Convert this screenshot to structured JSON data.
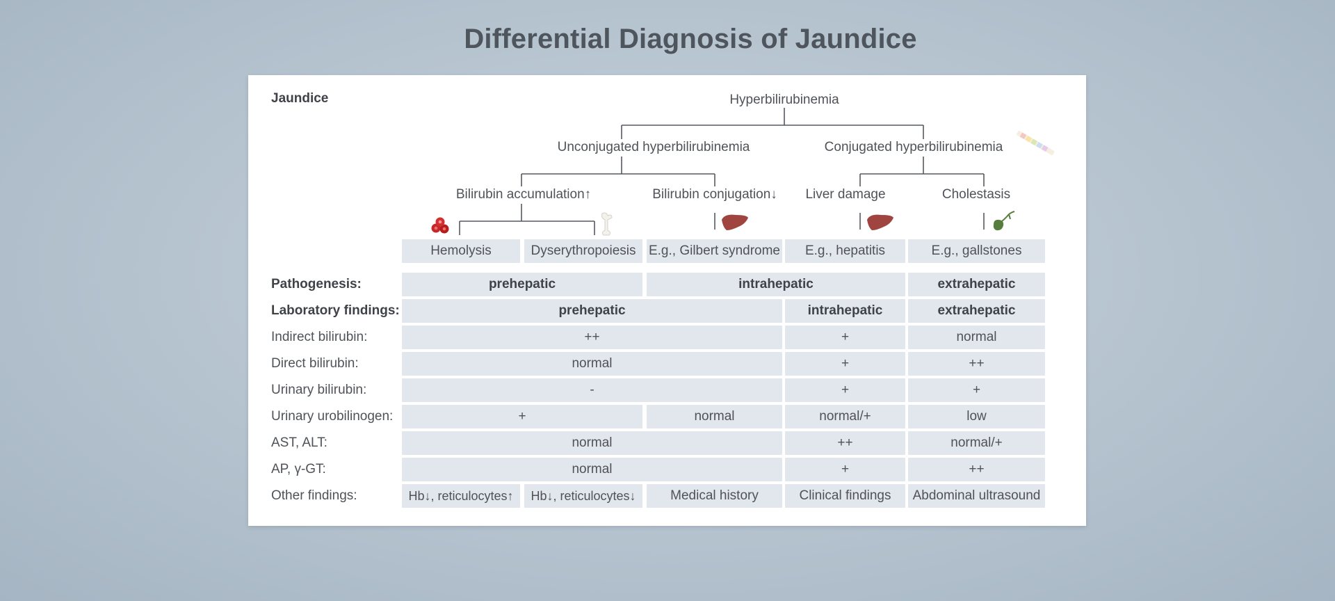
{
  "title": "Differential Diagnosis of Jaundice",
  "corner_label": "Jaundice",
  "tree": {
    "root": "Hyperbilirubinemia",
    "unconjugated": "Unconjugated hyperbilirubinemia",
    "conjugated": "Conjugated hyperbilirubinemia",
    "accumulation": "Bilirubin accumulation↑",
    "conjugation": "Bilirubin conjugation↓",
    "liver_damage": "Liver damage",
    "cholestasis": "Cholestasis"
  },
  "icons": [
    "red-blood-cells-icon",
    "bone-icon",
    "liver-icon",
    "liver-icon",
    "gallbladder-icon",
    "urine-test-strip-icon"
  ],
  "colors": {
    "cell": "#e1e7ed",
    "text": "#4f5358",
    "background": "#b5c3cf"
  },
  "table": {
    "examples": [
      "Hemolysis",
      "Dyserythropoiesis",
      "E.g., Gilbert syndrome",
      "E.g., hepatitis",
      "E.g., gallstones"
    ],
    "rows": [
      {
        "label": "Pathogenesis:",
        "cells": [
          "prehepatic",
          "intrahepatic",
          "extrahepatic"
        ]
      },
      {
        "label": "Laboratory findings:",
        "cells": [
          "prehepatic",
          "intrahepatic",
          "extrahepatic"
        ]
      },
      {
        "label": "Indirect bilirubin:",
        "cells": [
          "++",
          "+",
          "normal"
        ]
      },
      {
        "label": "Direct bilirubin:",
        "cells": [
          "normal",
          "+",
          "++"
        ]
      },
      {
        "label": "Urinary bilirubin:",
        "cells": [
          "-",
          "+",
          "+"
        ]
      },
      {
        "label": "Urinary urobilinogen:",
        "cells": [
          "+",
          "normal",
          "normal/+",
          "low"
        ]
      },
      {
        "label": "AST, ALT:",
        "cells": [
          "normal",
          "++",
          "normal/+"
        ]
      },
      {
        "label": "AP, γ-GT:",
        "cells": [
          "normal",
          "+",
          "++"
        ]
      },
      {
        "label": "Other findings:",
        "cells": [
          "Hb↓, reticulocytes↑",
          "Hb↓, reticulocytes↓",
          "Medical history",
          "Clinical findings",
          "Abdominal ultrasound"
        ]
      }
    ]
  }
}
